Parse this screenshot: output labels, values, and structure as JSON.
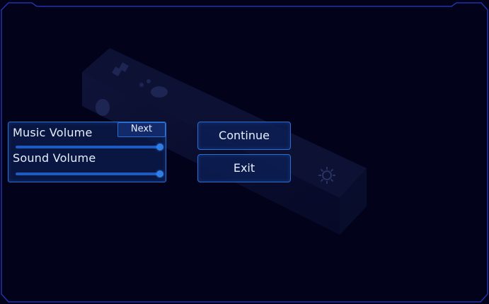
{
  "settings": {
    "music_label": "Music Volume",
    "sound_label": "Sound Volume",
    "next_label": "Next",
    "music_volume": 1.0,
    "sound_volume": 1.0
  },
  "menu": {
    "continue_label": "Continue",
    "exit_label": "Exit"
  },
  "colors": {
    "background": "#02031a",
    "accent": "#2a6fd0",
    "text": "#e6eeff"
  },
  "icons": {
    "background_art": "game-controller-remote-art",
    "gear": "gear-icon"
  }
}
